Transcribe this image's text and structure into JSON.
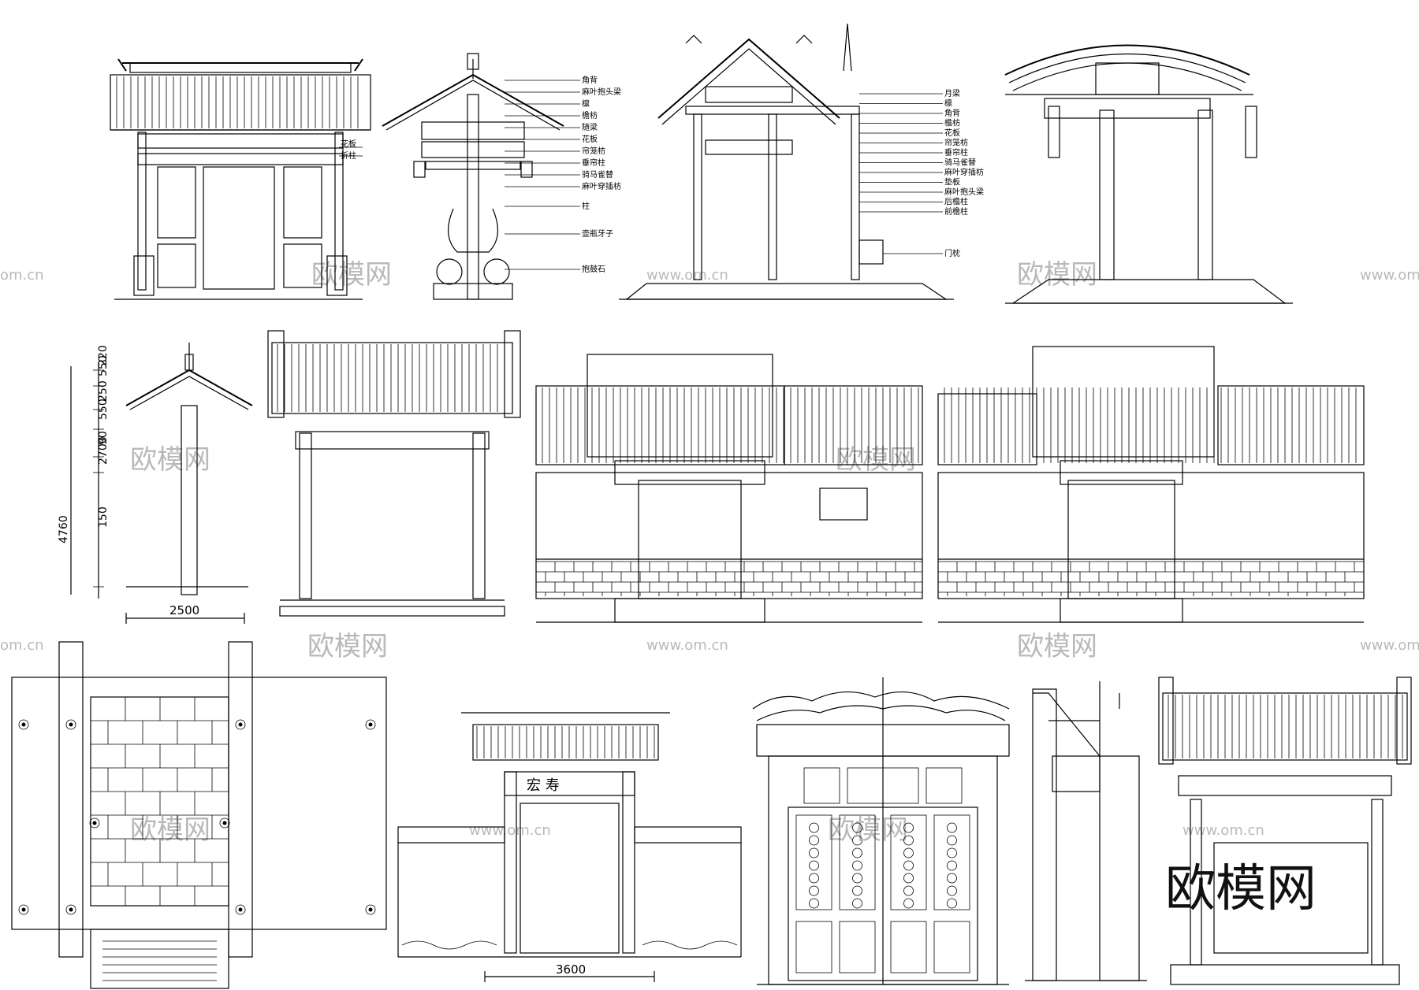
{
  "watermark": {
    "brand": "欧模网",
    "url": "www.om.cn",
    "url_short": "om.cn"
  },
  "labels_a": [
    "花板",
    "折柱"
  ],
  "labels_b": [
    "角背",
    "麻叶抱头梁",
    "檩",
    "檐枋",
    "随梁",
    "花板",
    "帘笼枋",
    "垂帘柱",
    "骑马雀替",
    "麻叶穿插枋",
    "柱",
    "壶瓶牙子",
    "抱鼓石"
  ],
  "labels_c": [
    "月梁",
    "檩",
    "角背",
    "檐枋",
    "花板",
    "帘笼枋",
    "垂帘柱",
    "骑马雀替",
    "麻叶穿插枋",
    "垫板",
    "麻叶抱头梁",
    "后檐柱",
    "前檐柱",
    "门枕"
  ],
  "dims_vertical": [
    "220",
    "550",
    "250",
    "550",
    "90",
    "2700",
    "150"
  ],
  "dim_total": "4760",
  "dim_width_1": "2500",
  "dim_width_2": "3600",
  "plaque_text": "宏 寿",
  "brand_stamp": "欧模网"
}
